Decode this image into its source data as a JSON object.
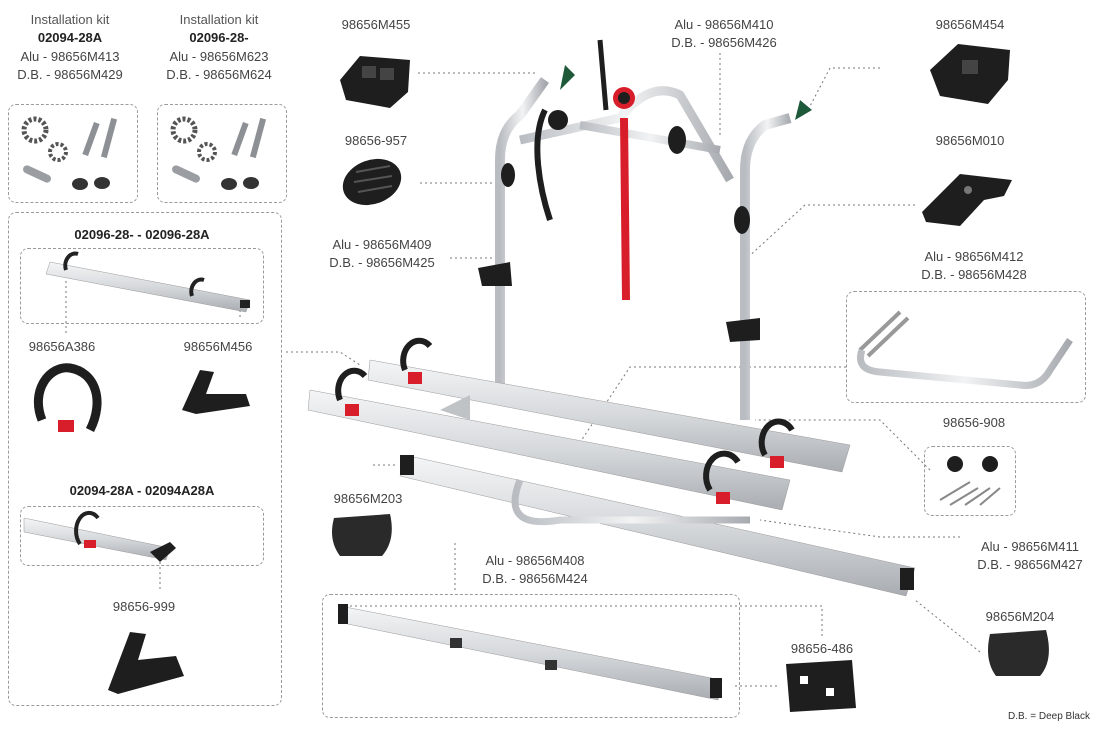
{
  "kits": [
    {
      "title": "Installation kit",
      "code": "02094-28A",
      "alu": "Alu - 98656M413",
      "db": "D.B. - 98656M429"
    },
    {
      "title": "Installation kit",
      "code": "02096-28-",
      "alu": "Alu - 98656M623",
      "db": "D.B. - 98656M624"
    }
  ],
  "panel_rails": {
    "group1_title": "02096-28- - 02096-28A",
    "group1_parts": [
      "98656A386",
      "98656M456"
    ],
    "group2_title": "02094-28A - 02094A28A",
    "group2_part": "98656-999"
  },
  "parts": {
    "p_m455": "98656M455",
    "p_957": "98656-957",
    "p_m410": "Alu - 98656M410",
    "p_m426": "D.B. - 98656M426",
    "p_m454": "98656M454",
    "p_m010": "98656M010",
    "p_m409": "Alu - 98656M409",
    "p_m425": "D.B. - 98656M425",
    "p_m412": "Alu - 98656M412",
    "p_m428": "D.B. - 98656M428",
    "p_908": "98656-908",
    "p_m203": "98656M203",
    "p_m408": "Alu - 98656M408",
    "p_m424": "D.B. - 98656M424",
    "p_m411": "Alu - 98656M411",
    "p_m427": "D.B. - 98656M427",
    "p_m204": "98656M204",
    "p_486": "98656-486"
  },
  "legend_note": "D.B. = Deep Black",
  "colors": {
    "rail": "#d9dcdf",
    "dark": "#1e1e1e",
    "accent_red": "#d81e2a",
    "dash": "#777777"
  }
}
